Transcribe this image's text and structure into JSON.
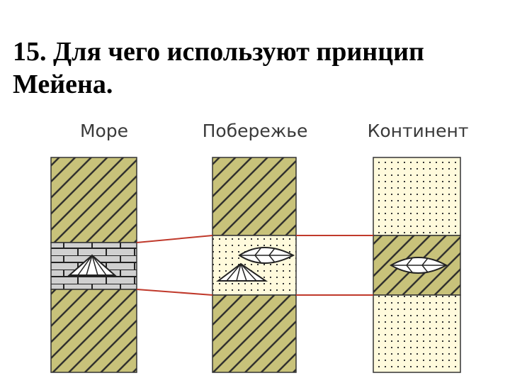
{
  "slide": {
    "title": "15. Для чего используют принцип Мейена."
  },
  "columns": {
    "sea": {
      "label": "Море",
      "layers": [
        "hatched",
        "brick-with-shell",
        "hatched"
      ]
    },
    "coast": {
      "label": "Побережье",
      "layers": [
        "hatched",
        "dotted-with-leaf-and-shell",
        "hatched"
      ]
    },
    "continent": {
      "label": "Континент",
      "layers": [
        "dotted",
        "hatched-with-leaf",
        "dotted"
      ]
    }
  },
  "colors": {
    "hatch_fill": "#c8c27a",
    "dot_fill": "#fffadc",
    "correlation_line": "#c0392b",
    "brick": "#d0d0d0"
  },
  "icons": [
    "shell-icon",
    "leaf-icon"
  ]
}
